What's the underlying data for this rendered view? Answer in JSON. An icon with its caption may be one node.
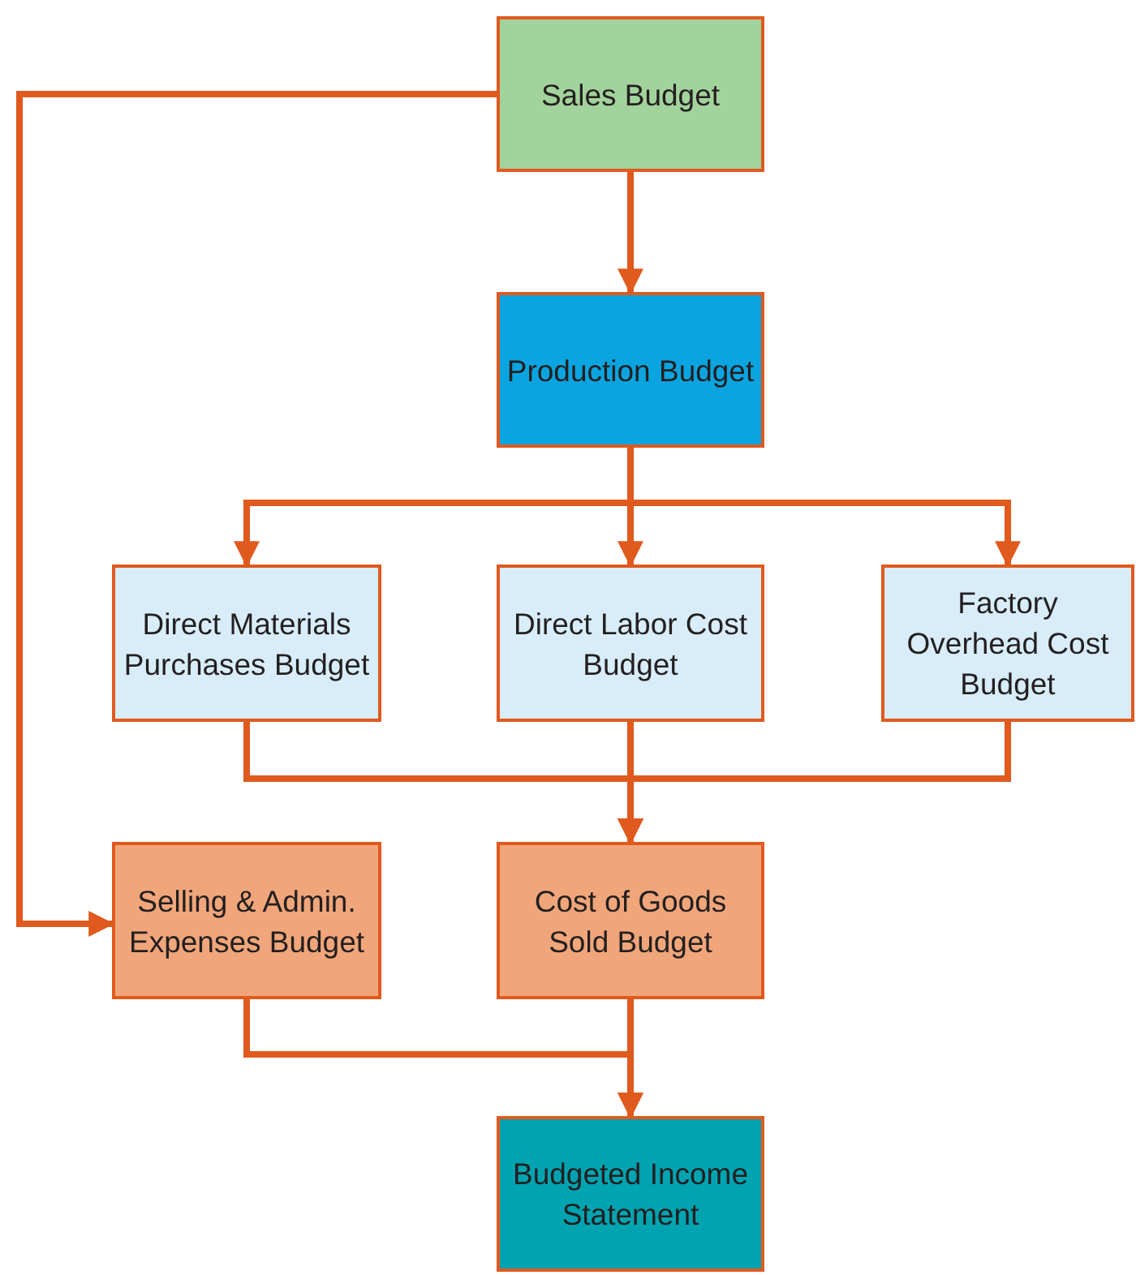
{
  "diagram": {
    "nodes": [
      {
        "text": [
          "Sales Budget"
        ]
      },
      {
        "text": [
          "Production Budget"
        ]
      },
      {
        "text": [
          "Direct Materials Purchases Budget"
        ]
      },
      {
        "text": [
          "Direct Labor Cost Budget"
        ]
      },
      {
        "text": [
          "Factory Overhead Cost Budget"
        ]
      },
      {
        "text": [
          "Selling & Admin. Expenses Budget"
        ]
      },
      {
        "text": [
          "Cost of Goods Sold Budget"
        ]
      },
      {
        "text": [
          "Budgeted Income Statement"
        ]
      }
    ],
    "edges": [
      {
        "from": 0,
        "to": 1,
        "arrow": "to"
      },
      {
        "from": 1,
        "to": 2,
        "arrow": "to"
      },
      {
        "from": 1,
        "to": 3,
        "arrow": "to"
      },
      {
        "from": 1,
        "to": 4,
        "arrow": "to"
      },
      {
        "from": 2,
        "to": 6,
        "arrow": "to"
      },
      {
        "from": 3,
        "to": 6,
        "arrow": "to"
      },
      {
        "from": 4,
        "to": 6,
        "arrow": "to"
      },
      {
        "from": 0,
        "to": 5,
        "arrow": "to"
      },
      {
        "from": 6,
        "to": 7,
        "arrow": "to"
      },
      {
        "from": 5,
        "to": 7,
        "arrow": "to"
      }
    ]
  }
}
